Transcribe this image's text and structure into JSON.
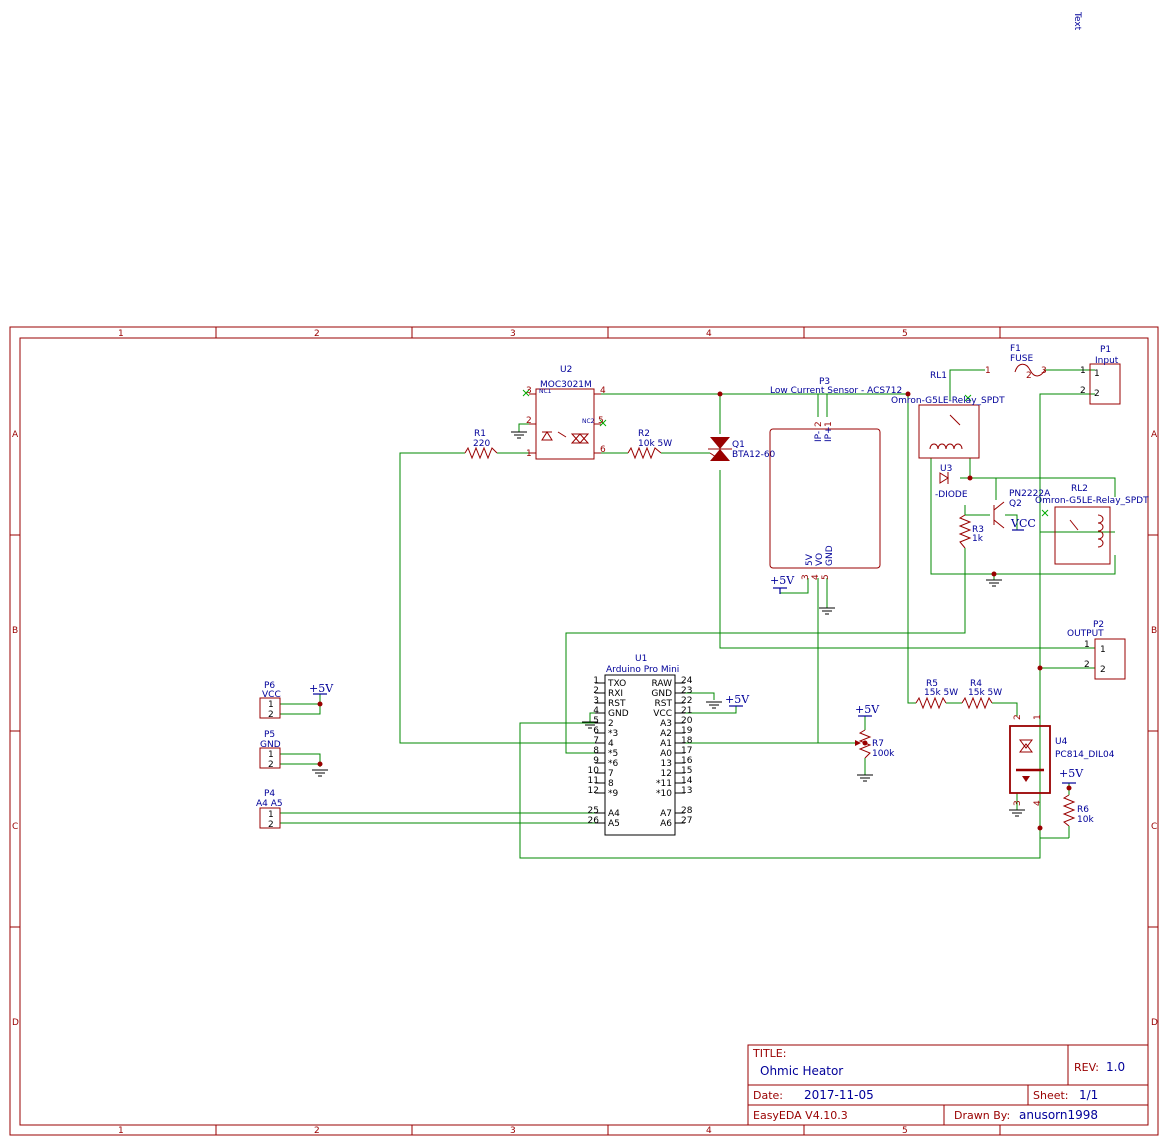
{
  "corner_text": "Text",
  "frame": {
    "columns": [
      "1",
      "2",
      "3",
      "4",
      "5"
    ],
    "rows": [
      "A",
      "B",
      "C",
      "D"
    ]
  },
  "title_block": {
    "title_label": "TITLE:",
    "title": "Ohmic Heator",
    "rev_label": "REV:",
    "rev": "1.0",
    "date_label": "Date:",
    "date": "2017-11-05",
    "sheet_label": "Sheet:",
    "sheet": "1/1",
    "tool": "EasyEDA V4.10.3",
    "drawn_label": "Drawn By:",
    "drawn_by": "anusorn1998"
  },
  "power_labels": {
    "p5v": "+5V",
    "vcc": "VCC"
  },
  "components": {
    "u2": {
      "ref": "U2",
      "value": "MOC3021M",
      "nc1": "NC1",
      "nc2": "NC2",
      "pins": [
        "1",
        "2",
        "3",
        "4",
        "5",
        "6"
      ]
    },
    "r1": {
      "ref": "R1",
      "value": "220",
      "pins": [
        "1"
      ]
    },
    "r2": {
      "ref": "R2",
      "value": "10k 5W"
    },
    "q1": {
      "ref": "Q1",
      "value": "BTA12-60"
    },
    "p3": {
      "ref": "P3",
      "value": "Low Current Sensor - ACS712",
      "pins": [
        "2",
        "1",
        "3",
        "4",
        "5"
      ],
      "pin_names": [
        "IP-",
        "IP+",
        "5V",
        "VO",
        "GND"
      ]
    },
    "f1": {
      "ref": "F1",
      "value": "FUSE",
      "pins": [
        "1",
        "2",
        "3"
      ]
    },
    "p1": {
      "ref": "P1",
      "value": "Input",
      "pins": [
        "1",
        "2"
      ]
    },
    "rl1": {
      "ref": "RL1",
      "value": "Omron-G5LE-Relay_SPDT"
    },
    "u3": {
      "ref": "U3",
      "value": "-DIODE"
    },
    "q2": {
      "ref": "Q2",
      "value": "PN2222A"
    },
    "r3": {
      "ref": "R3",
      "value": "1k"
    },
    "rl2": {
      "ref": "RL2",
      "value": "Omron-G5LE-Relay_SPDT"
    },
    "p2": {
      "ref": "P2",
      "value": "OUTPUT",
      "pins": [
        "1",
        "2"
      ]
    },
    "u1": {
      "ref": "U1",
      "value": "Arduino Pro Mini",
      "left_pins": [
        {
          "num": "1",
          "name": "TXO"
        },
        {
          "num": "2",
          "name": "RXI"
        },
        {
          "num": "3",
          "name": "RST"
        },
        {
          "num": "4",
          "name": "GND"
        },
        {
          "num": "5",
          "name": "2"
        },
        {
          "num": "6",
          "name": "*3"
        },
        {
          "num": "7",
          "name": "4"
        },
        {
          "num": "8",
          "name": "*5"
        },
        {
          "num": "9",
          "name": "*6"
        },
        {
          "num": "10",
          "name": "7"
        },
        {
          "num": "11",
          "name": "8"
        },
        {
          "num": "12",
          "name": "*9"
        },
        {
          "num": "25",
          "name": "A4"
        },
        {
          "num": "26",
          "name": "A5"
        }
      ],
      "right_pins": [
        {
          "num": "24",
          "name": "RAW"
        },
        {
          "num": "23",
          "name": "GND"
        },
        {
          "num": "22",
          "name": "RST"
        },
        {
          "num": "21",
          "name": "VCC"
        },
        {
          "num": "20",
          "name": "A3"
        },
        {
          "num": "19",
          "name": "A2"
        },
        {
          "num": "18",
          "name": "A1"
        },
        {
          "num": "17",
          "name": "A0"
        },
        {
          "num": "16",
          "name": "13"
        },
        {
          "num": "15",
          "name": "12"
        },
        {
          "num": "14",
          "name": "*11"
        },
        {
          "num": "13",
          "name": "*10"
        },
        {
          "num": "28",
          "name": "A7"
        },
        {
          "num": "27",
          "name": "A6"
        }
      ]
    },
    "p6": {
      "ref": "P6",
      "value": "VCC",
      "pins": [
        "1",
        "2"
      ]
    },
    "p5": {
      "ref": "P5",
      "value": "GND",
      "pins": [
        "1",
        "2"
      ]
    },
    "p4": {
      "ref": "P4",
      "value": "A4 A5",
      "pins": [
        "1",
        "2"
      ]
    },
    "r7": {
      "ref": "R7",
      "value": "100k"
    },
    "r5": {
      "ref": "R5",
      "value": "15k 5W"
    },
    "r4": {
      "ref": "R4",
      "value": "15k 5W"
    },
    "u4": {
      "ref": "U4",
      "value": "PC814_DIL04",
      "pins": [
        "2",
        "1",
        "3",
        "4"
      ]
    },
    "r6": {
      "ref": "R6",
      "value": "10k"
    }
  }
}
